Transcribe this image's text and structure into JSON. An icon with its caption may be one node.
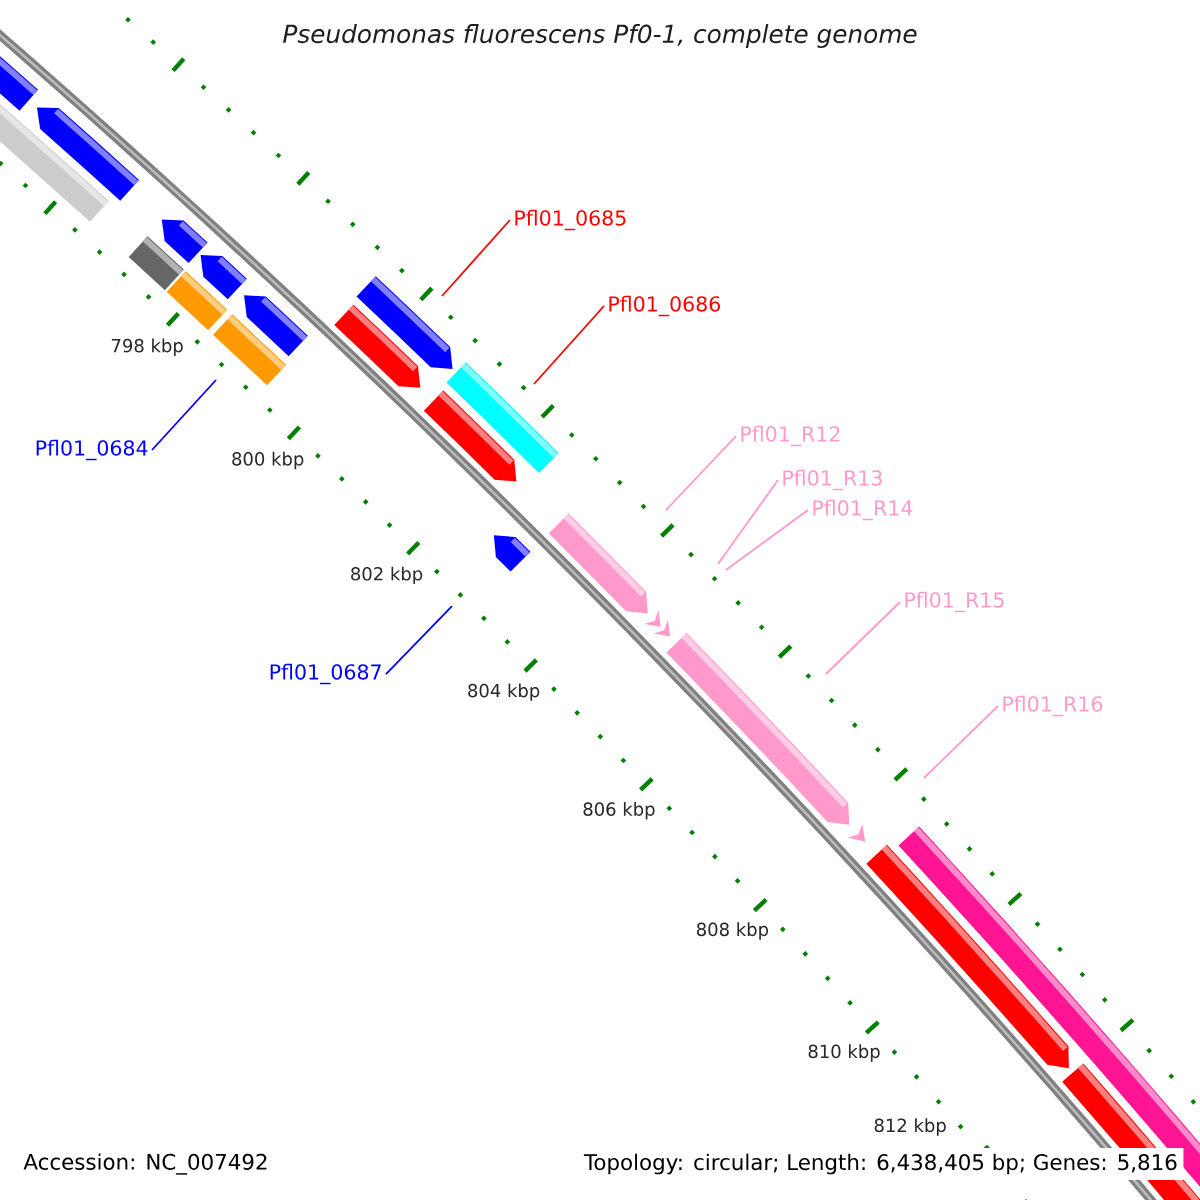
{
  "diagram": {
    "title": "Pseudomonas fluorescens Pf0-1, complete genome",
    "nodes": [
      {
        "text": [
          "Pfl01_0685"
        ]
      },
      {
        "text": [
          "Pfl01_0686"
        ]
      },
      {
        "text": [
          "Pfl01_R12"
        ]
      },
      {
        "text": [
          "Pfl01_0684"
        ]
      },
      {
        "text": [
          "Pfl01_R13"
        ]
      },
      {
        "text": [
          "Pfl01_R14"
        ]
      },
      {
        "text": [
          "Pfl01_R15"
        ]
      },
      {
        "text": [
          "Pfl01_0687"
        ]
      },
      {
        "text": [
          "Pfl01_R16"
        ]
      }
    ],
    "edges": [
      {
        "from": 0,
        "to": null,
        "arrow": "none",
        "color": "#ff0000"
      },
      {
        "from": 1,
        "to": null,
        "arrow": "none",
        "color": "#ff0000"
      },
      {
        "from": 2,
        "to": null,
        "arrow": "none"
      },
      {
        "from": 3,
        "to": null,
        "arrow": "none",
        "color": "#0000ff"
      },
      {
        "from": 4,
        "to": null,
        "arrow": "none"
      },
      {
        "from": 5,
        "to": null,
        "arrow": "none"
      },
      {
        "from": 6,
        "to": null,
        "arrow": "none"
      },
      {
        "from": 7,
        "to": null,
        "arrow": "none",
        "color": "#0000ff"
      },
      {
        "from": 8,
        "to": null,
        "arrow": "none"
      }
    ],
    "labels": [
      "798 kbp",
      "800 kbp",
      "802 kbp",
      "804 kbp",
      "806 kbp",
      "808 kbp",
      "810 kbp",
      "812 kbp",
      "Accession: NC_007492",
      "Topology: circular; Length: 6,438,405 bp; Genes: 5,816"
    ]
  }
}
